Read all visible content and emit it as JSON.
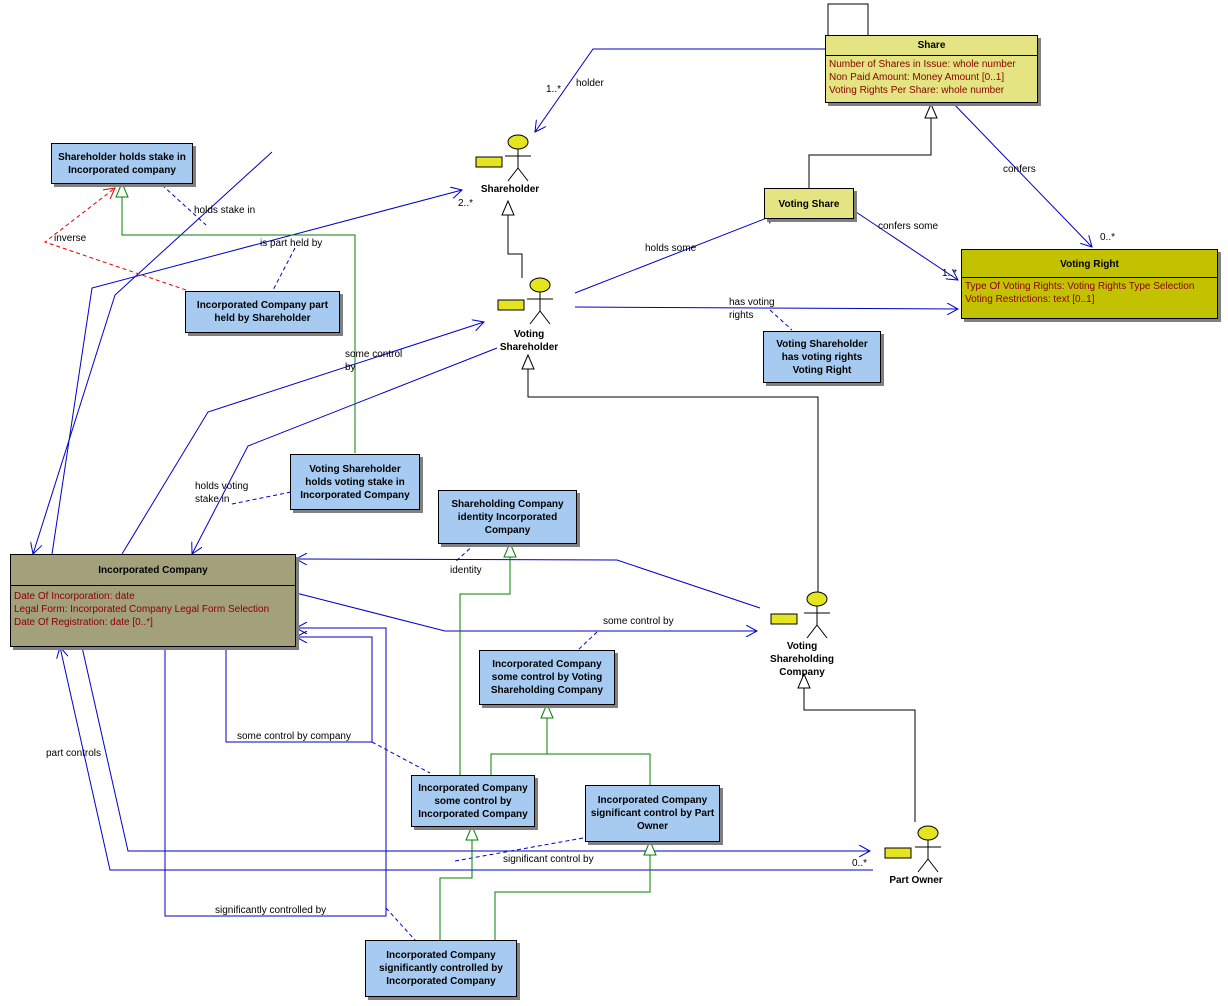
{
  "classes": {
    "share": {
      "name": "Share",
      "attributes": [
        "Number of Shares in Issue:  whole number",
        "Non Paid Amount:  Money Amount [0..1]",
        "Voting Rights Per Share:  whole number"
      ]
    },
    "voting_share": {
      "name": "Voting Share"
    },
    "voting_right": {
      "name": "Voting Right",
      "attributes": [
        "Type Of Voting Rights:  Voting Rights Type Selection",
        "Voting Restrictions:  text [0..1]"
      ]
    },
    "incorporated_company": {
      "name": "Incorporated Company",
      "attributes": [
        "Date Of Incorporation:  date",
        "Legal Form:  Incorporated Company Legal Form Selection",
        "Date Of Registration:  date [0..*]"
      ]
    }
  },
  "association_classes": {
    "shareholder_holds_stake": "Shareholder holds stake in Incorporated company",
    "part_held": "Incorporated Company part held by Shareholder",
    "vs_voting_rights": "Voting Shareholder has voting rights Voting Right",
    "vs_holds_voting_stake": "Voting Shareholder holds voting stake in Incorporated Company",
    "shareholding_identity": "Shareholding Company identity Incorporated Company",
    "control_by_vsc": "Incorporated Company some control by Voting Shareholding Company",
    "control_by_ic": "Incorporated Company some control by Incorporated Company",
    "significant_part_owner": "Incorporated Company significant control by Part Owner",
    "significantly_controlled": "Incorporated Company significantly controlled by Incorporated Company"
  },
  "actors": {
    "shareholder": "Shareholder",
    "voting_shareholder": "Voting Shareholder",
    "voting_shareholding_company": "Voting Shareholding Company",
    "part_owner": "Part Owner"
  },
  "labels": {
    "holder": "holder",
    "holder_mult": "1..*",
    "confers": "confers",
    "confers_mult": "0..*",
    "confers_some": "confers some",
    "confers_some_mult": "1..*",
    "holds_some": "holds some",
    "has_voting_rights": "has voting rights",
    "holds_stake_in": "holds stake in",
    "shareholder_mult": "2..*",
    "inverse": "inverse",
    "is_part_held_by": "is part held by",
    "some_control_by_1": "some control by",
    "holds_voting_stake_in": "holds voting stake in",
    "identity": "identity",
    "some_control_by_2": "some control by",
    "some_control_by_company": "some control by company",
    "part_controls": "part controls",
    "significant_control_by": "significant control by",
    "significant_mult": "0..*",
    "significantly_controlled_by": "significantly controlled by"
  },
  "colors": {
    "association_line": "#0000c8",
    "generalization_line": "#008000",
    "inheritance_line": "#000000",
    "inverse_line": "#e00000",
    "association_class_dash": "#0000c8",
    "attribute_text": "#8b0000"
  }
}
